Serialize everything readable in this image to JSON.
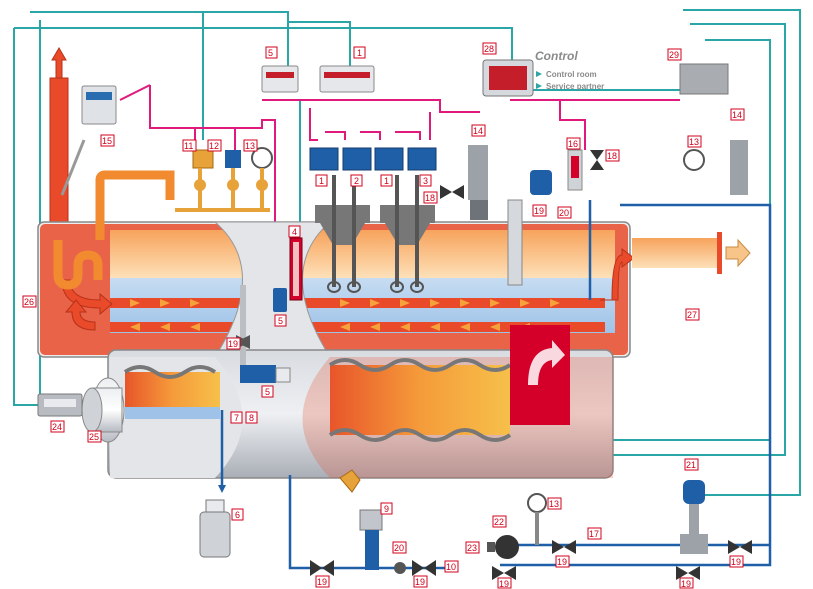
{
  "control": {
    "title": "Control",
    "control_room": "Control room",
    "service_partner": "Service partner"
  },
  "labels": {
    "n1a": "1",
    "n1b": "1",
    "n1c": "1",
    "n2": "2",
    "n3": "3",
    "n4": "4",
    "n5a": "5",
    "n5b": "5",
    "n5c": "5",
    "n6": "6",
    "n7": "7",
    "n8": "8",
    "n9": "9",
    "n10": "10",
    "n11": "11",
    "n12": "12",
    "n13a": "13",
    "n13b": "13",
    "n13c": "13",
    "n14a": "14",
    "n14b": "14",
    "n15": "15",
    "n16": "16",
    "n17": "17",
    "n18a": "18",
    "n18b": "18",
    "n19a": "19",
    "n19b": "19",
    "n19c": "19",
    "n19d": "19",
    "n19e": "19",
    "n19f": "19",
    "n19g": "19",
    "n19h": "19",
    "n20a": "20",
    "n20b": "20",
    "n21": "21",
    "n22": "22",
    "n23": "23",
    "n24": "24",
    "n25": "25",
    "n26": "26",
    "n27": "27",
    "n28": "28",
    "n29": "29"
  },
  "colors": {
    "control_line": "#2aa6a6",
    "signal_line": "#e0197d",
    "water_line": "#1f5fa8",
    "flue_gas": "#e84a2a",
    "boiler_shell": "#c9cdd3"
  }
}
